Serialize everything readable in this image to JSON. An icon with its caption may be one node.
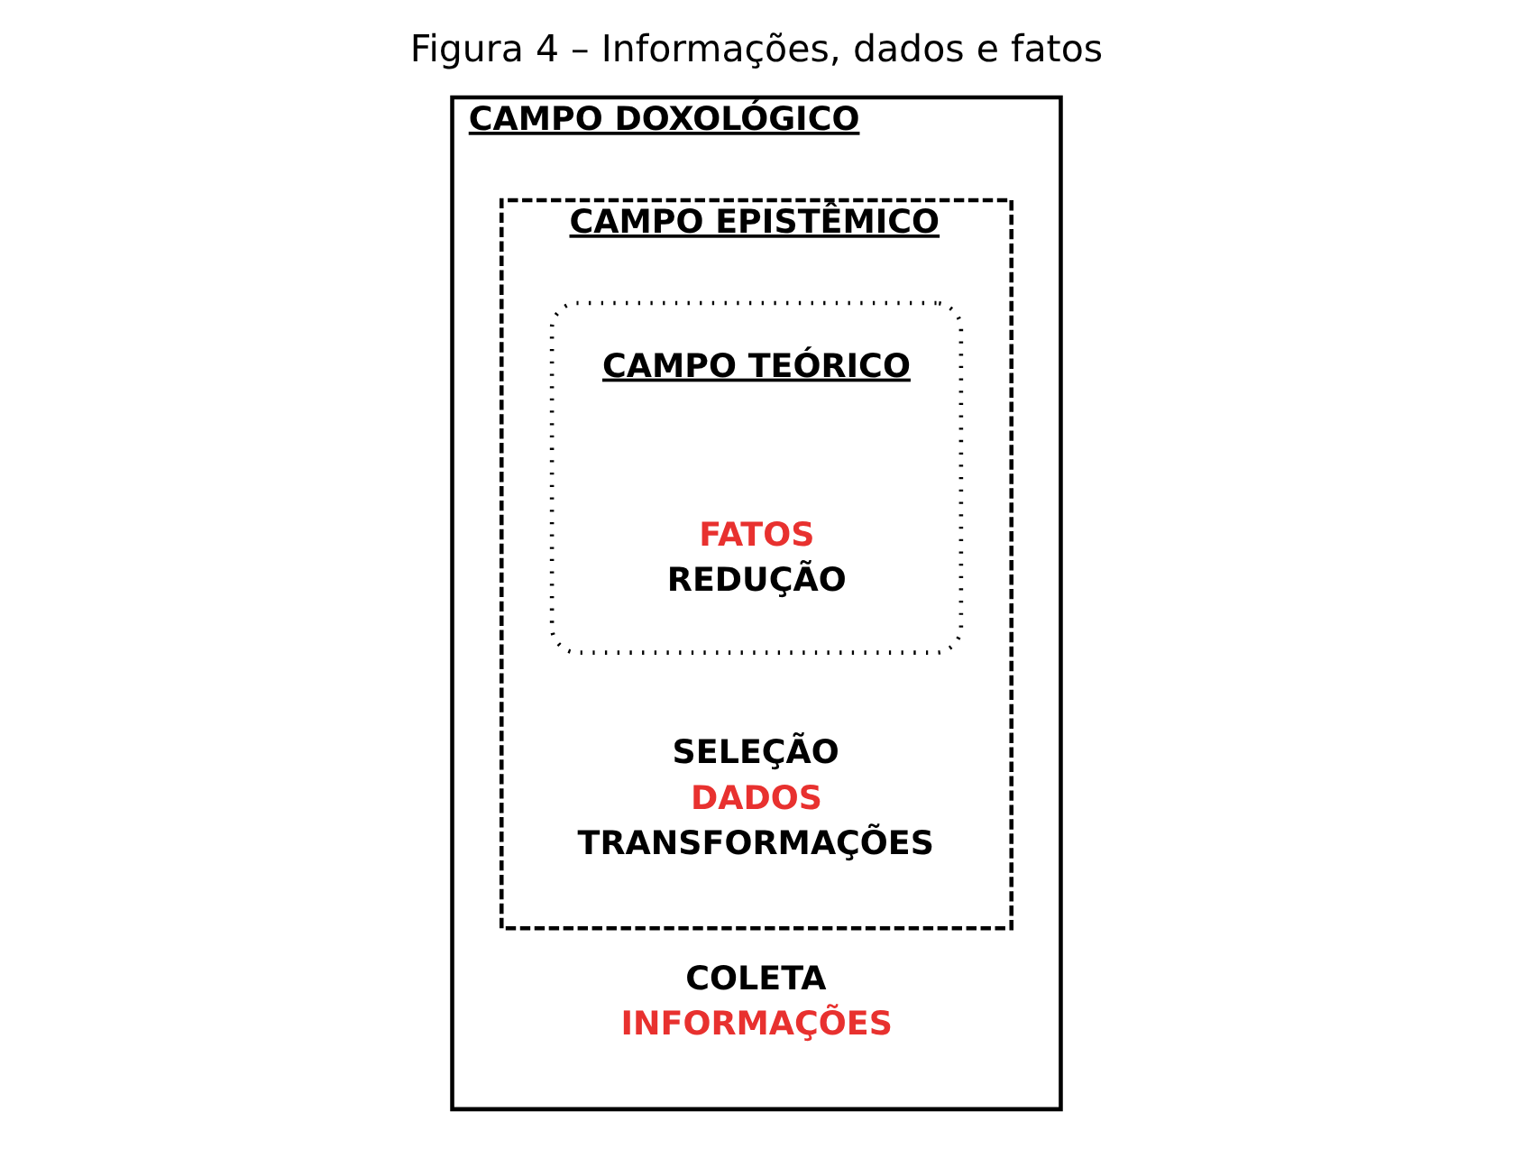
{
  "diagram": {
    "title": "Figura 4 – Informações, dados e fatos",
    "nodes": [
      {
        "text": [
          "CAMPO DOXOLÓGICO",
          "COLETA",
          "INFORMAÇÕES"
        ]
      },
      {
        "text": [
          "CAMPO EPISTÊMICO",
          "SELEÇÃO",
          "DADOS",
          "TRANSFORMAÇÕES"
        ],
        "in": 0
      },
      {
        "text": [
          "CAMPO TEÓRICO",
          "FATOS",
          "REDUÇÃO"
        ],
        "in": 1
      }
    ],
    "edges": []
  }
}
